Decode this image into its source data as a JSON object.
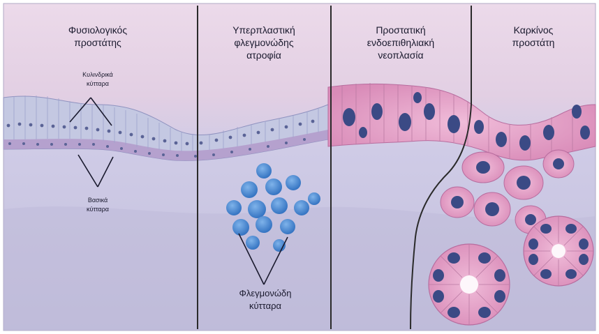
{
  "panels": [
    {
      "title_lines": [
        "Φυσιολογικός",
        "προστάτης"
      ]
    },
    {
      "title_lines": [
        "Υπερπλαστική",
        "φλεγμονώδης",
        "ατροφία"
      ]
    },
    {
      "title_lines": [
        "Προστατική",
        "ενδοεπιθηλιακή",
        "νεοπλασία"
      ]
    },
    {
      "title_lines": [
        "Καρκίνος",
        "προστάτη"
      ]
    }
  ],
  "annotations": {
    "columnar_cells": [
      "Κυλινδρικά",
      "κύτταρα"
    ],
    "basal_cells": [
      "Βασικά",
      "κύτταρα"
    ],
    "inflammatory_cells": [
      "Φλεγμονώδη",
      "κύτταρα"
    ]
  },
  "colors": {
    "background": "#c9c6e0",
    "upper_background": "#e6d3e4",
    "normal_epithelium": "#c4c8e2",
    "basal_layer": "#b49ccc",
    "neoplastic_epithelium": "#e3a9cc",
    "nucleus": "#3b4a85",
    "inflammatory_cell": "#4a8ad2",
    "divider": "#2a2a2a"
  }
}
